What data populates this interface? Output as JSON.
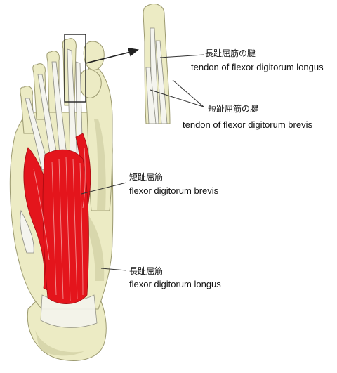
{
  "labels": {
    "fdl_tendon": {
      "ja": "長趾屈筋の腱",
      "en": "tendon of flexor digitorum longus"
    },
    "fdb_tendon": {
      "ja": "短趾屈筋の腱",
      "en": "tendon of flexor digitorum brevis"
    },
    "fdb_muscle": {
      "ja": "短趾屈筋",
      "en": "flexor digitorum brevis"
    },
    "fdl_muscle": {
      "ja": "長趾屈筋",
      "en": "flexor digitorum longus"
    }
  },
  "colors": {
    "bone": "#ecebc4",
    "bone_shadow": "#c9c79a",
    "muscle": "#e4151c",
    "muscle_fiber": "#f4a0a0",
    "tendon": "#f4f4ee",
    "tendon_shadow": "#a9a9a0",
    "outline": "#222222"
  }
}
